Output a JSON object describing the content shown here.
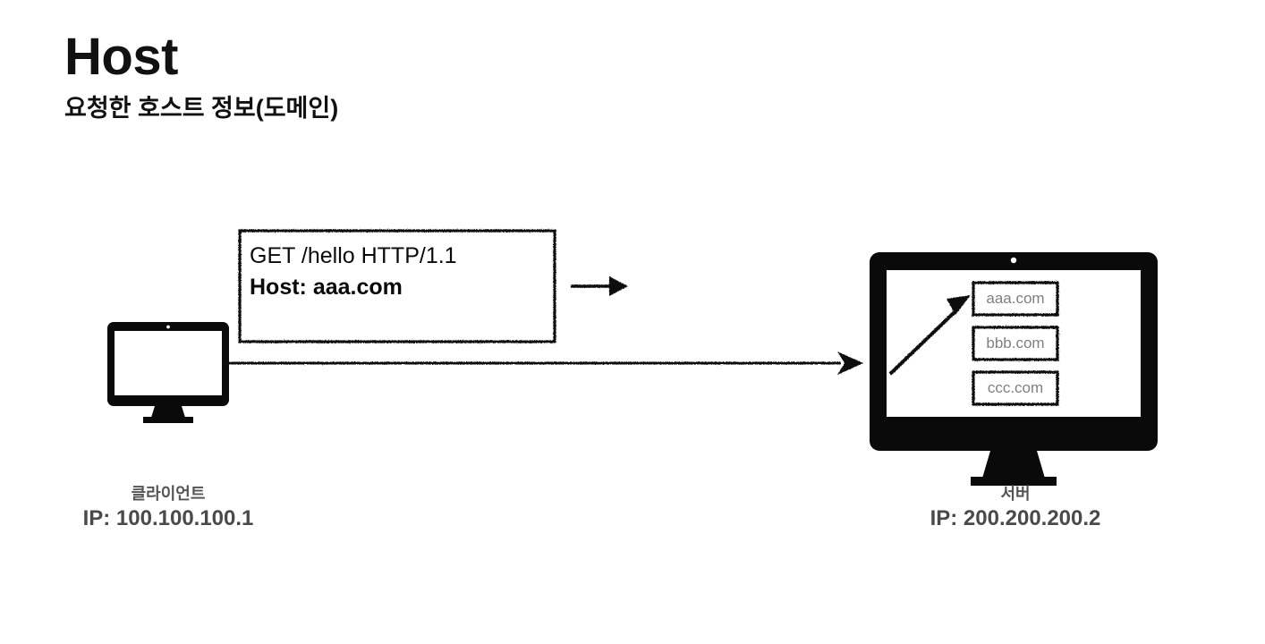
{
  "heading": {
    "title": "Host",
    "subtitle": "요청한 호스트 정보(도메인)"
  },
  "diagram": {
    "type": "network-sequence",
    "request_box": {
      "line1": "GET /hello HTTP/1.1",
      "line2": "Host: aaa.com"
    },
    "client": {
      "role": "클라이언트",
      "ip": "IP: 100.100.100.1",
      "icon": "desktop-monitor-icon"
    },
    "server": {
      "role": "서버",
      "ip": "IP: 200.200.200.2",
      "icon": "desktop-monitor-icon",
      "hosted_domains": [
        "aaa.com",
        "bbb.com",
        "ccc.com"
      ],
      "selected_domain": "aaa.com"
    },
    "arrows": [
      {
        "name": "request-arrow-short",
        "direction": "right"
      },
      {
        "name": "client-to-server-arrow",
        "direction": "right"
      },
      {
        "name": "server-domain-match-arrow",
        "direction": "up-right"
      }
    ]
  },
  "colors": {
    "ink": "#0a0a0a",
    "domain_text": "#808080",
    "caption_text": "#4a4a4a",
    "background": "#ffffff"
  }
}
